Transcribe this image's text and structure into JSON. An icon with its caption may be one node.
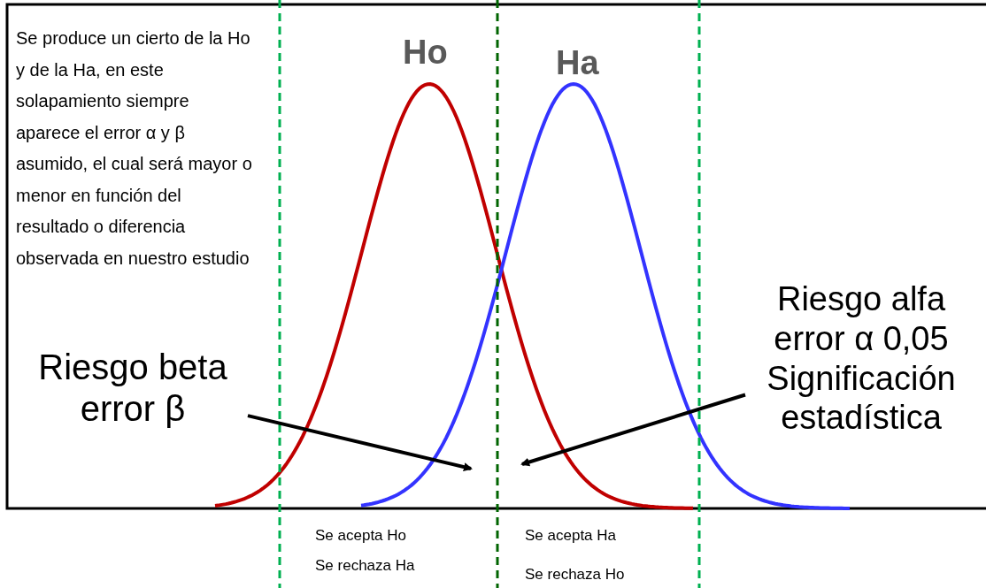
{
  "diagram": {
    "nodes": [
      {
        "text": [
          "Riesgo beta error β"
        ]
      },
      {
        "text": [
          "Riesgo alfa error α 0,05 Significación estadística"
        ]
      }
    ],
    "edges": [
      {
        "from": 0,
        "to": null,
        "arrow": "to"
      },
      {
        "from": 1,
        "to": null,
        "arrow": "to"
      }
    ],
    "labels": [
      "Se produce un cierto de la Ho y de la Ha, en este solapamiento siempre aparece el error α y β asumido, el cual será mayor o menor en función del resultado o diferencia observada en nuestro estudio",
      "Ho",
      "Ha",
      "Se acepta Ho",
      "Se rechaza Ha",
      "Se acepta Ha",
      "Se rechaza Ho"
    ]
  }
}
